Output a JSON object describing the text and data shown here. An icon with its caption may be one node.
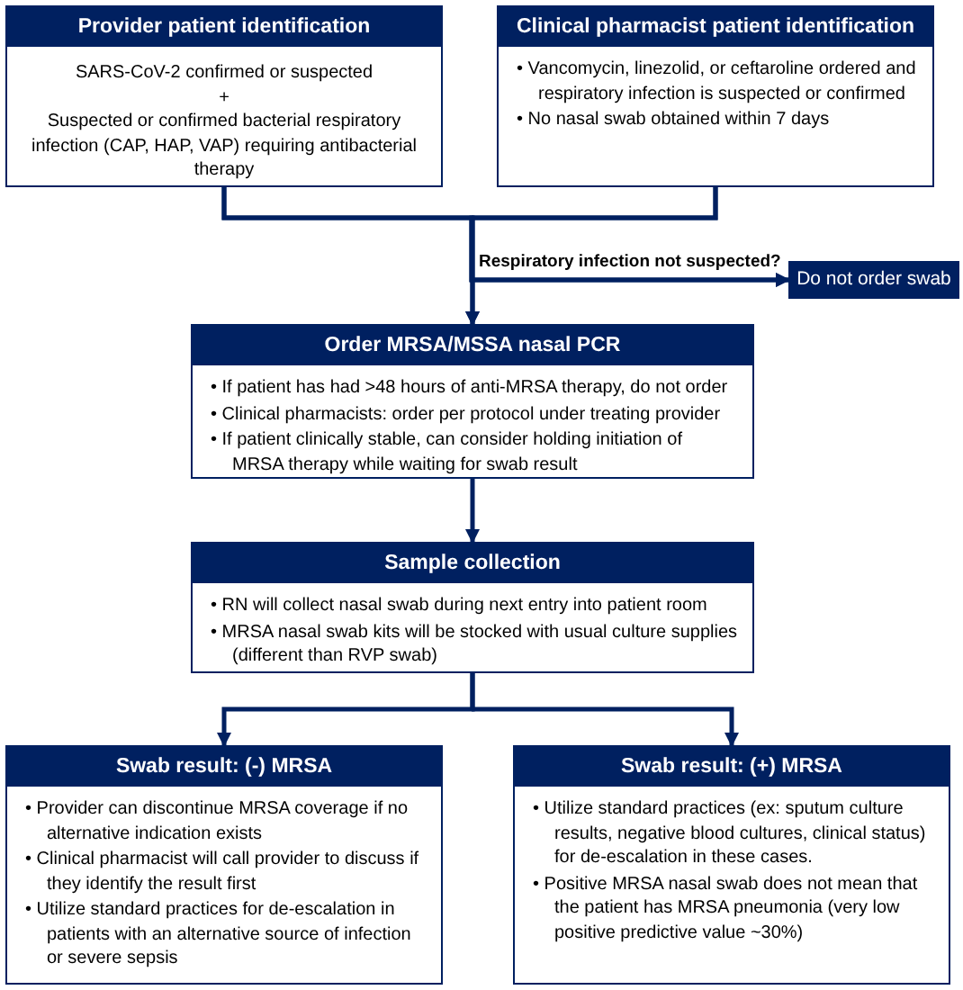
{
  "diagram": {
    "nodes": [
      {
        "text": [
          "Provider patient identification",
          "SARS-CoV-2 confirmed or suspected",
          "+",
          "Suspected or confirmed bacterial respiratory infection (CAP, HAP, VAP) requiring antibacterial therapy"
        ]
      },
      {
        "text": [
          "Clinical pharmacist patient identification",
          "• Vancomycin, linezolid, or ceftaroline ordered and respiratory infection is suspected or confirmed",
          "• No nasal swab obtained within 7 days"
        ]
      },
      {
        "text": [
          "Do not order swab"
        ]
      },
      {
        "text": [
          "Order MRSA/MSSA nasal PCR",
          "• If patient has had >48 hours of anti-MRSA therapy, do not order",
          "• Clinical pharmacists: order per protocol under treating provider",
          "• If patient clinically stable, can consider holding initiation of MRSA therapy while waiting for swab result"
        ]
      },
      {
        "text": [
          "Sample collection",
          "• RN will collect nasal swab during next entry into patient room",
          "• MRSA nasal swab kits will be stocked with usual culture supplies (different than RVP swab)"
        ]
      },
      {
        "text": [
          "Swab result: (-) MRSA",
          "• Provider can discontinue MRSA coverage if no alternative indication exists",
          "• Clinical pharmacist will call provider to discuss if they identify the result first",
          "• Utilize standard practices for de-escalation in patients with an alternative source of infection or severe sepsis"
        ]
      },
      {
        "text": [
          "Swab result: (+) MRSA",
          "• Utilize standard practices (ex: sputum culture results, negative blood cultures, clinical status) for de-escalation in these cases.",
          "• Positive MRSA nasal swab does not mean that the patient has MRSA pneumonia (very low positive predictive value ~30%)"
        ]
      }
    ],
    "edges": [
      {
        "from": 0,
        "to": 3,
        "arrow": "to"
      },
      {
        "from": 1,
        "to": 3,
        "arrow": "to"
      },
      {
        "from": 0,
        "to": 2,
        "arrow": "to",
        "label": "Respiratory infection not suspected?"
      },
      {
        "from": 1,
        "to": 2,
        "arrow": "to"
      },
      {
        "from": 3,
        "to": 4,
        "arrow": "to"
      },
      {
        "from": 4,
        "to": 5,
        "arrow": "to"
      },
      {
        "from": 4,
        "to": 6,
        "arrow": "to"
      }
    ]
  }
}
